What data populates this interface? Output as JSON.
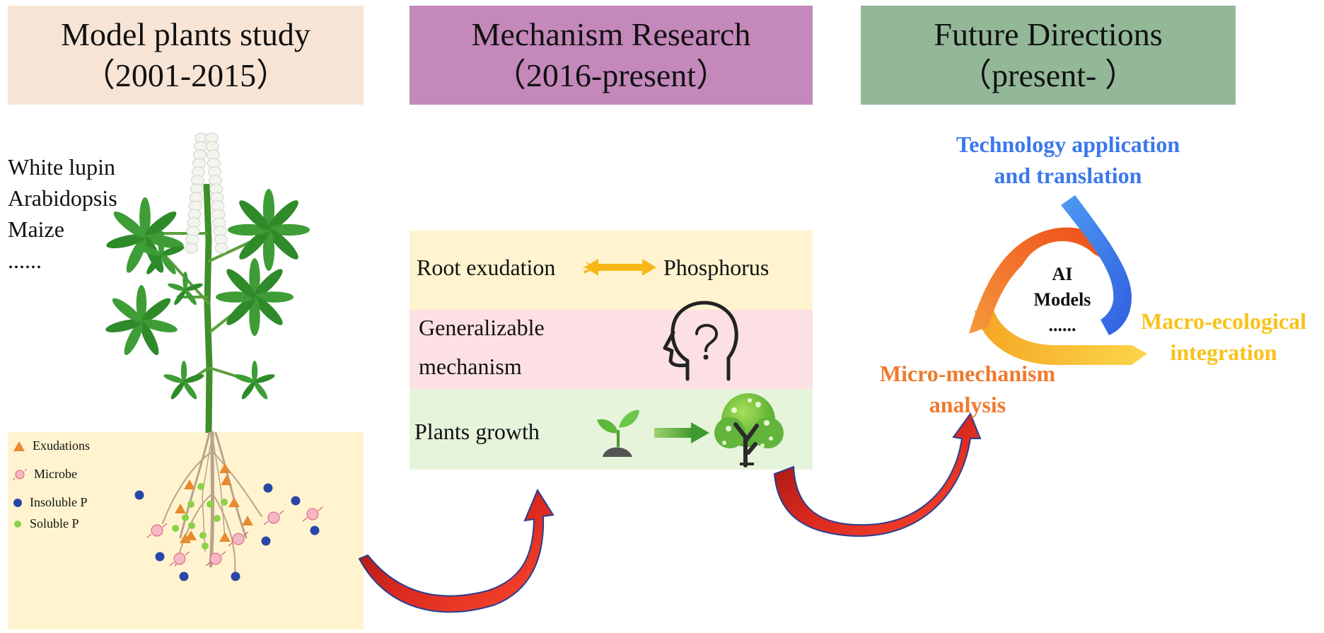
{
  "headers": [
    {
      "title": "Model plants study",
      "period": "（2001-2015）",
      "color": "#f7e4d4"
    },
    {
      "title": "Mechanism Research",
      "period": "（2016-present）",
      "color": "#c488bb"
    },
    {
      "title": "Future Directions",
      "period": "（present- ）",
      "color": "#93b898"
    }
  ],
  "model_plants": [
    "White lupin",
    "Arabidopsis",
    "Maize",
    "......"
  ],
  "legend": {
    "exudations": "Exudations",
    "microbe": "Microbe",
    "insoluble_p": "Insoluble P",
    "soluble_p": "Soluble P"
  },
  "mechanism": {
    "root_exudation": "Root exudation",
    "phosphorus": "Phosphorus",
    "generalizable_line1": "Generalizable",
    "generalizable_line2": "mechanism",
    "plants_growth": "Plants growth"
  },
  "future": {
    "tech_line1": "Technology application",
    "tech_line2": "and translation",
    "macro_line1": "Macro-ecological",
    "macro_line2": "integration",
    "micro_line1": "Micro-mechanism",
    "micro_line2": "analysis",
    "ai_line1": "AI",
    "ai_line2": "Models",
    "ai_line3": "......"
  },
  "colors": {
    "soil_bg": "#fff4cf",
    "mech_row1": "#fff4cf",
    "mech_row2": "#fde0e4",
    "mech_row3": "#e6f4dc",
    "tech_blue": "#3b78ec",
    "macro_yellow": "#f7c21b",
    "micro_orange": "#ef7a2e",
    "arrow_red": "#c81e1e",
    "exudation_orange": "#e98a2f",
    "insoluble_blue": "#2a46a8",
    "soluble_green": "#8cd14a"
  }
}
